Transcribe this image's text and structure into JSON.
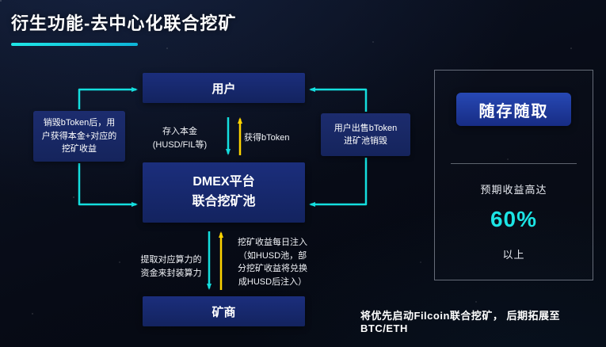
{
  "title": "衍生功能-去中心化联合挖矿",
  "diagram": {
    "user_box": "用户",
    "dmex_box": "DMEX平台\n联合挖矿池",
    "miner_box": "矿商",
    "left_note": "销毁bToken后，用\n户获得本金+对应的\n挖矿收益",
    "right_note": "用户出售bToken\n进矿池销毁",
    "deposit_label": "存入本金\n(HUSD/FIL等)",
    "get_btoken_label": "获得bToken",
    "extract_label": "提取对应算力的\n资金来封装算力",
    "income_label": "挖矿收益每日注入\n（如HUSD池，部\n分挖矿收益将兑换\n成HUSD后注入）"
  },
  "side_panel": {
    "badge_label": "随存随取",
    "expected_label": "预期收益高达",
    "rate_value": "60%",
    "rate_suffix": "以上"
  },
  "footer_note": "将优先启动Filcoin联合挖矿， 后期拓展至BTC/ETH",
  "colors": {
    "accent_cyan": "#14dede",
    "accent_yellow": "#ffd400",
    "box_blue": "#1b2e7c",
    "badge_blue": "#2748b4",
    "background": "#070b16"
  }
}
